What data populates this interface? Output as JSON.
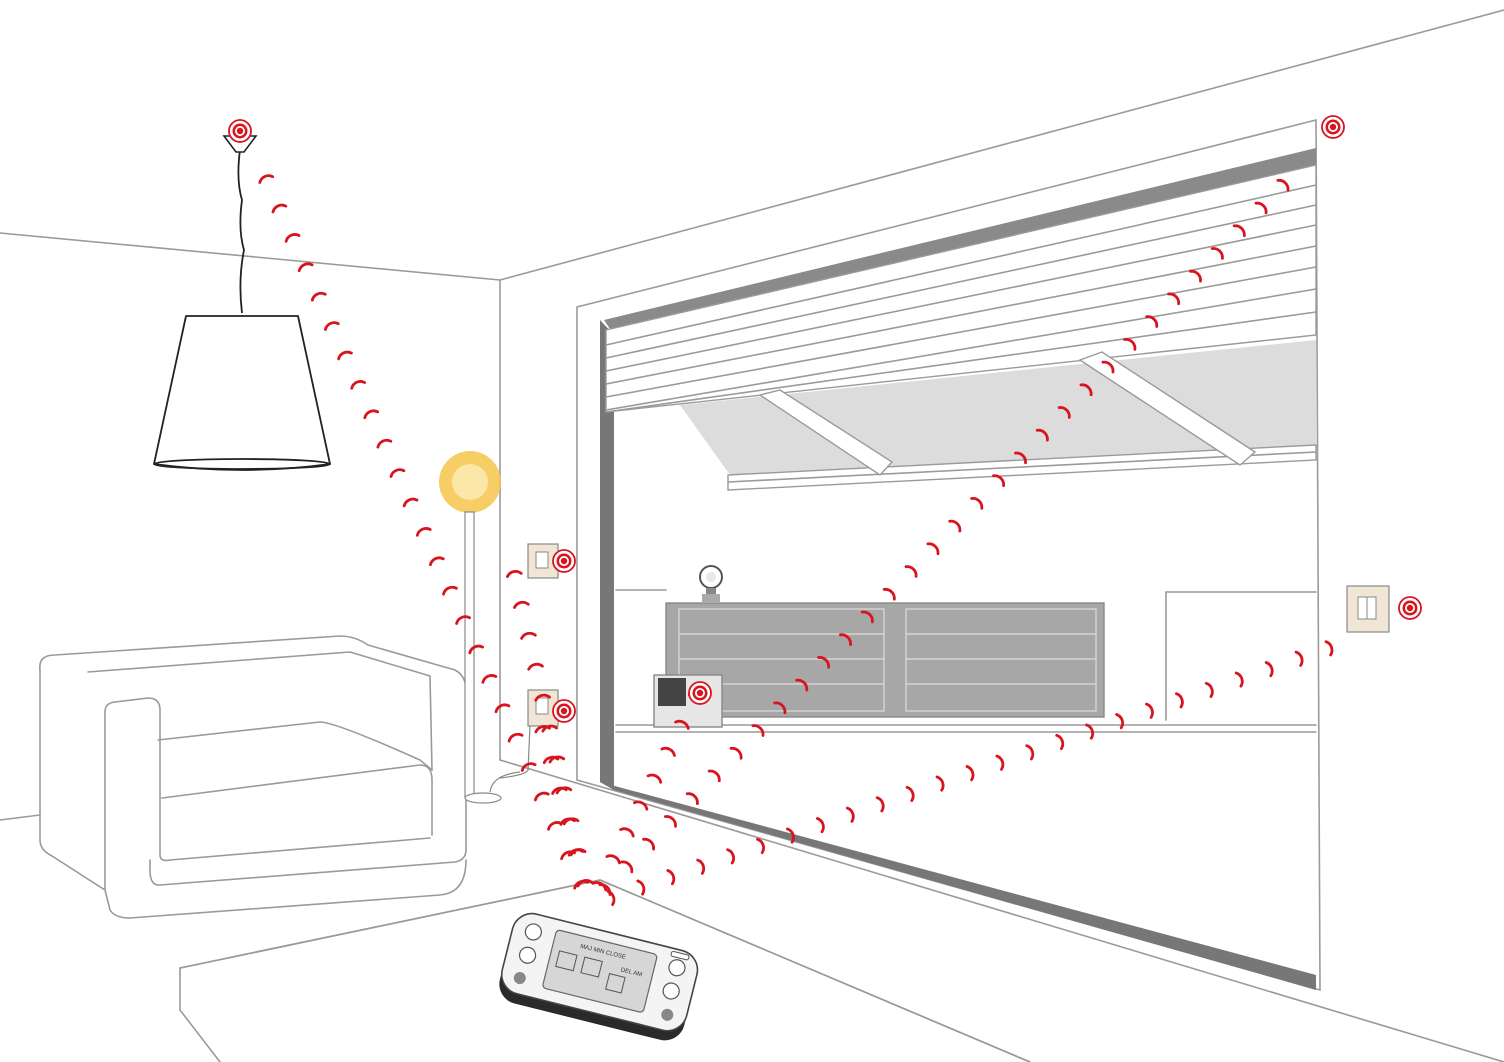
{
  "colors": {
    "signal": "#d8141e",
    "outline": "#9a9a9a",
    "switch_plate": "#f1e6d6",
    "lamp_glow": "#f6c64a",
    "gate": "#a7a7a7",
    "floor_shadow": "#6f6f6f"
  },
  "devices": {
    "remote_screen": {
      "line1": "MAJ MIN CLOSE",
      "line2": "DEL AM"
    }
  },
  "emitters": [
    {
      "id": "pendant-lamp-receiver"
    },
    {
      "id": "wall-switch-upper-receiver"
    },
    {
      "id": "wall-switch-lower-receiver"
    },
    {
      "id": "gate-motor-receiver"
    },
    {
      "id": "garage-door-receiver"
    },
    {
      "id": "outdoor-switch-receiver"
    }
  ],
  "signal_paths": [
    {
      "from": "remote",
      "to": "pendant-lamp"
    },
    {
      "from": "remote",
      "to": "wall-switch-upper"
    },
    {
      "from": "remote",
      "to": "wall-switch-lower"
    },
    {
      "from": "remote",
      "to": "gate-motor"
    },
    {
      "from": "remote",
      "to": "garage-door"
    },
    {
      "from": "remote",
      "to": "outdoor-switch"
    }
  ]
}
